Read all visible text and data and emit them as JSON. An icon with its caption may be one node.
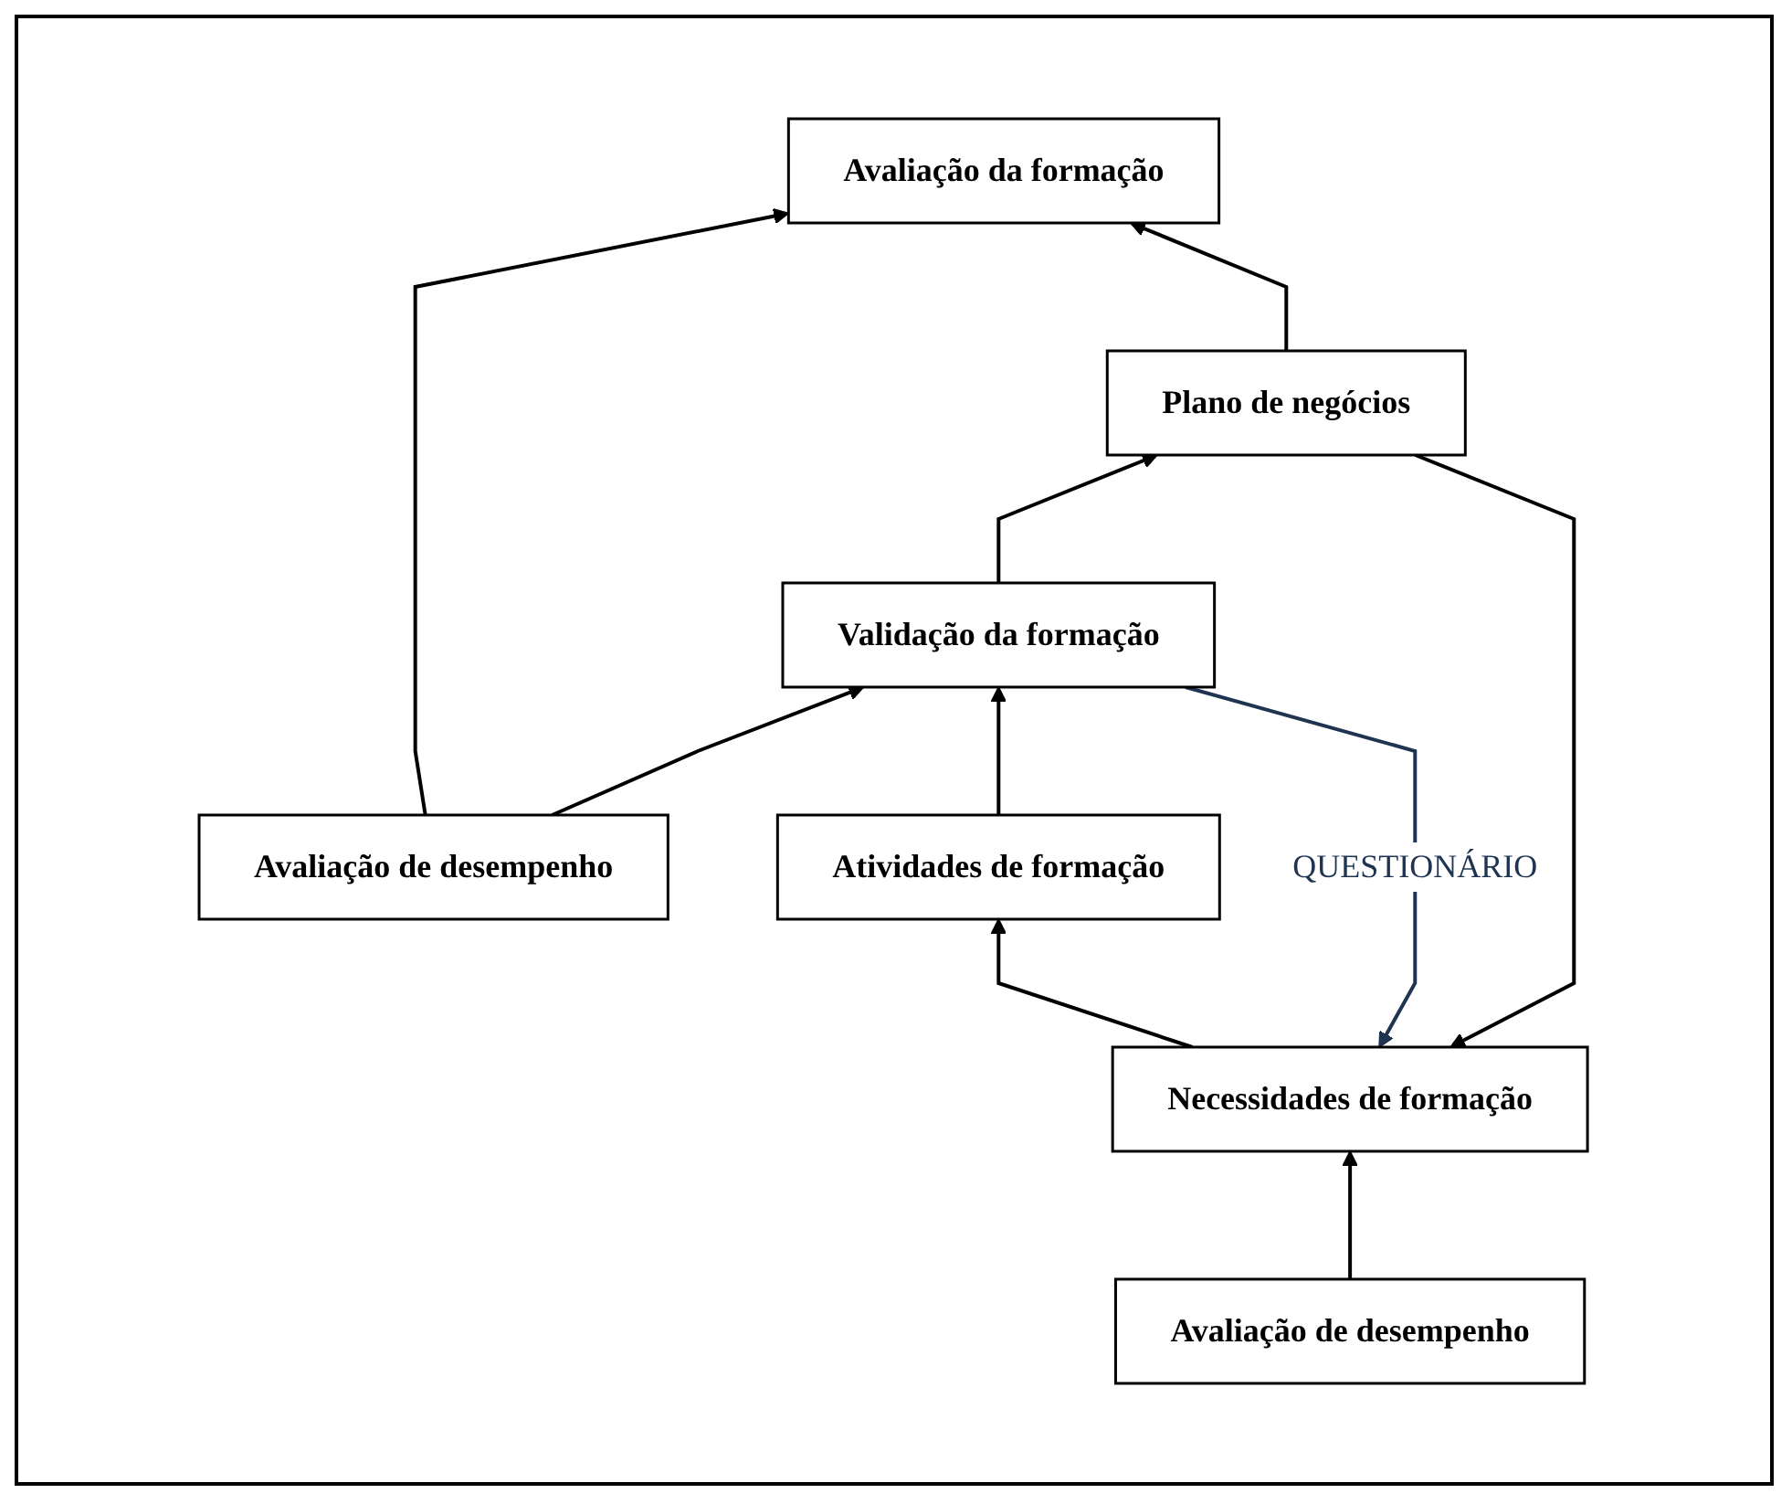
{
  "diagram": {
    "nodes": [
      {
        "text": [
          "Avaliação da formação"
        ]
      },
      {
        "text": [
          "Avaliação de desempenho"
        ]
      },
      {
        "text": [
          "Plano de negócios"
        ]
      },
      {
        "text": [
          "Avaliação de desempenho"
        ]
      },
      {
        "text": [
          "Necessidades de formação"
        ]
      },
      {
        "text": [
          "Validação da formação"
        ]
      },
      {
        "text": [
          "Atividades de formação"
        ]
      }
    ],
    "edges": [
      {
        "from": 3,
        "to": 0,
        "arrow": "to"
      },
      {
        "from": 2,
        "to": 0,
        "arrow": "to"
      },
      {
        "from": 1,
        "to": 4,
        "arrow": "to"
      },
      {
        "from": 2,
        "to": 4,
        "arrow": "to"
      },
      {
        "from": 3,
        "to": 5,
        "arrow": "to"
      },
      {
        "from": 5,
        "to": 2,
        "arrow": "to"
      },
      {
        "from": 5,
        "to": 4,
        "arrow": "to",
        "label": "QUESTIONÁRIO",
        "color": "#1f3450"
      },
      {
        "from": 4,
        "to": 6,
        "arrow": "to"
      },
      {
        "from": 6,
        "to": 5,
        "arrow": "to"
      }
    ]
  }
}
